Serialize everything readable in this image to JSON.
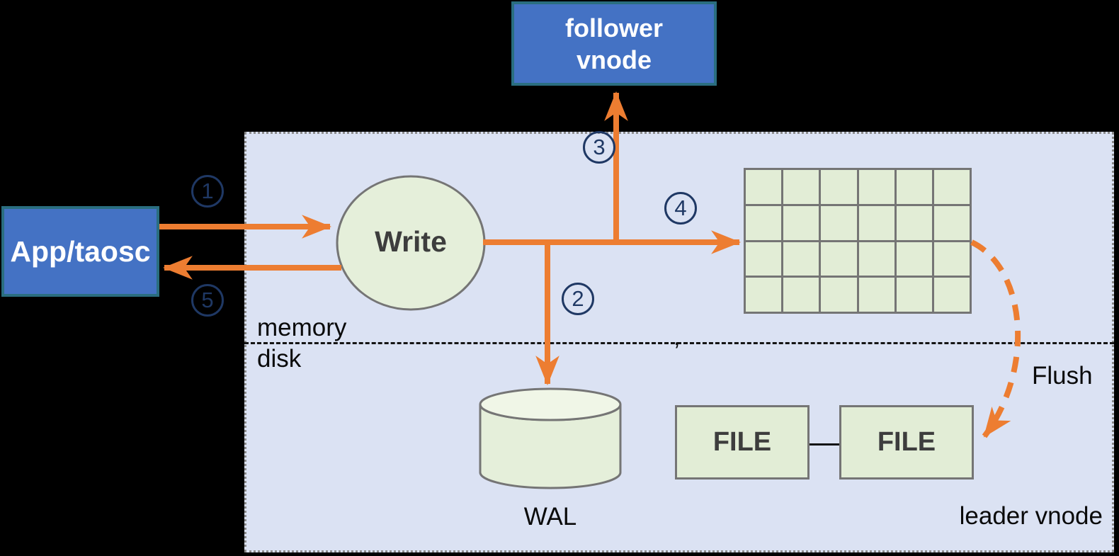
{
  "diagram": {
    "title_context": "TDengine leader vnode write flow",
    "nodes": {
      "follower_vnode": {
        "label": "follower vnode"
      },
      "app_taosc": {
        "label": "App/taosc"
      },
      "write": {
        "label": "Write"
      },
      "wal": {
        "label": "WAL"
      },
      "file_left": {
        "label": "FILE"
      },
      "file_right": {
        "label": "FILE"
      },
      "leader_vnode": {
        "label": "leader vnode"
      },
      "memory": {
        "label": "memory"
      },
      "disk": {
        "label": "disk"
      },
      "flush": {
        "label": "Flush"
      },
      "divider_mark": ","
    },
    "steps": [
      "1",
      "2",
      "3",
      "4",
      "5"
    ],
    "grid": {
      "rows": 4,
      "cols": 6
    },
    "colors": {
      "background": "#000000",
      "leader_box_fill": "#dbe2f3",
      "node_blue_fill": "#4472c4",
      "node_blue_border": "#2a6e80",
      "green_fill": "#e5efda",
      "green_grid_fill": "#e2edd6",
      "cylinder_top_fill": "#f0f6e7",
      "shape_stroke": "#757575",
      "arrow_orange": "#ed7d31",
      "step_navy": "#1f3864",
      "label_black": "#0a0a0a",
      "bold_text_gray": "#3d3d3d"
    }
  }
}
